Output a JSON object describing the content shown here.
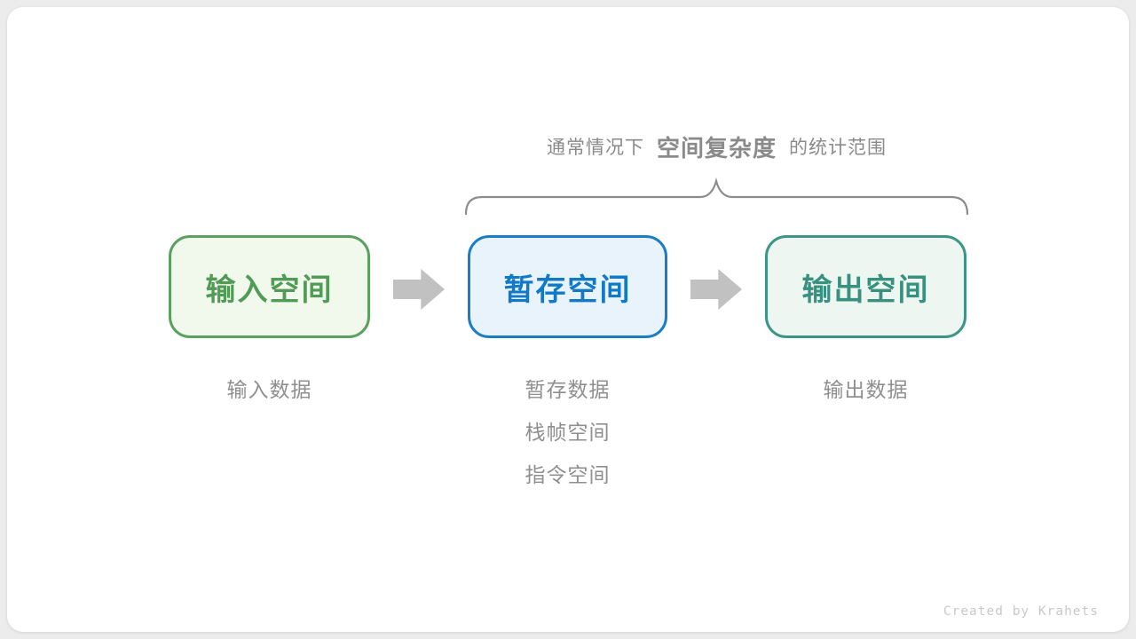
{
  "title": {
    "prefix": "通常情况下",
    "highlight": "空间复杂度",
    "suffix": "的统计范围"
  },
  "boxes": [
    {
      "id": "input-space",
      "label": "输入空间",
      "border_color": "#5ba05f",
      "bg_color": "#f1f8ec",
      "text_color": "#519b56"
    },
    {
      "id": "buffer-space",
      "label": "暂存空间",
      "border_color": "#1b7ec5",
      "bg_color": "#e8f3fc",
      "text_color": "#1179c5"
    },
    {
      "id": "output-space",
      "label": "输出空间",
      "border_color": "#3e9487",
      "bg_color": "#edf6f1",
      "text_color": "#38917f"
    }
  ],
  "notes": {
    "input": [
      "输入数据"
    ],
    "buffer": [
      "暂存数据",
      "栈帧空间",
      "指令空间"
    ],
    "output": [
      "输出数据"
    ]
  },
  "credit": "Created by Krahets",
  "colors": {
    "arrow": "#c1c1c1",
    "brace": "#8c8c8c",
    "title_text": "#8a8a8a",
    "note_text": "#8f8f8f",
    "canvas_bg": "#ececec",
    "card_bg": "#ffffff"
  }
}
